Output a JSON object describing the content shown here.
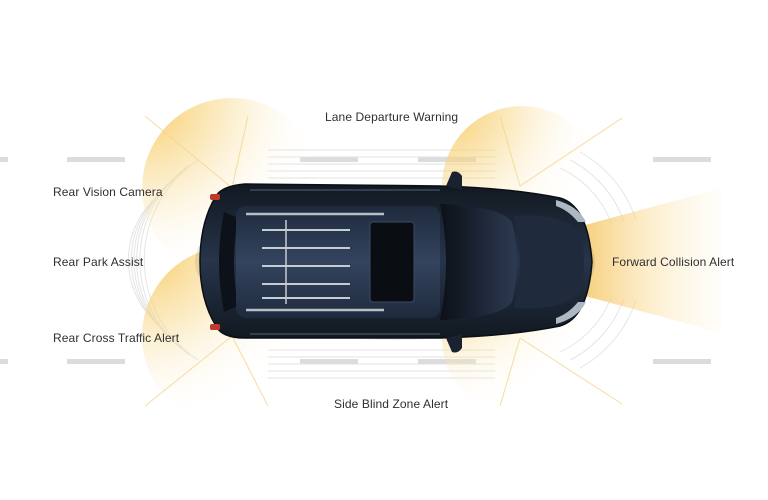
{
  "labels": {
    "lane_departure_warning": "Lane Departure Warning",
    "rear_vision_camera": "Rear Vision Camera",
    "rear_park_assist": "Rear Park Assist",
    "rear_cross_traffic_alert": "Rear Cross Traffic Alert",
    "side_blind_zone_alert": "Side Blind Zone Alert",
    "forward_collision_alert": "Forward Collision Alert"
  },
  "colors": {
    "background": "#ffffff",
    "sensor_glow": "#f6c453",
    "lane_marking": "#d9d9d9",
    "vehicle_body": "#1c2433",
    "label_text": "#2f2f2f"
  }
}
